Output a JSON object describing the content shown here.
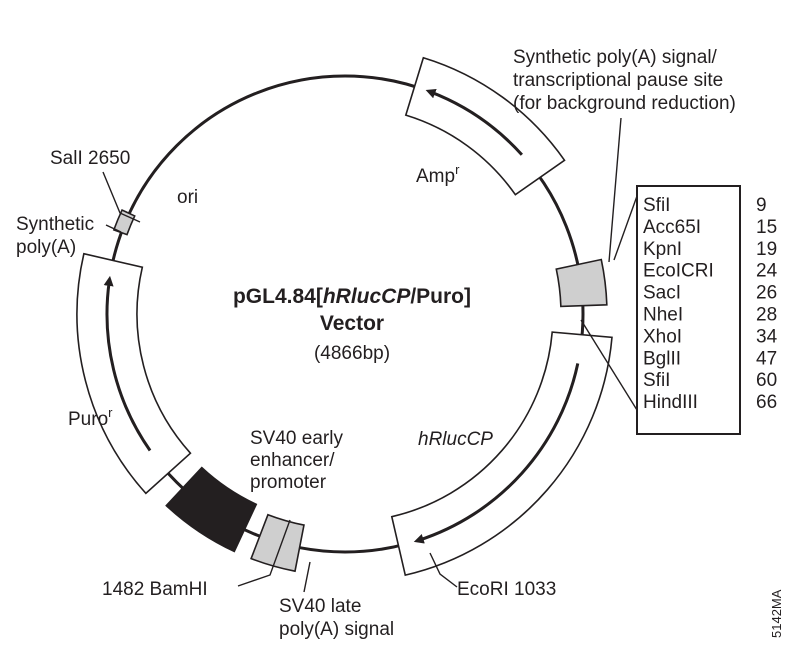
{
  "title": {
    "prefix": "pGL4.84[",
    "gene": "hRlucCP",
    "suffix": "/Puro]",
    "line2": "Vector",
    "size": "(4866bp)"
  },
  "labels": {
    "sall": "SalI 2650",
    "ori": "ori",
    "synthetic_polya_1": "Synthetic",
    "synthetic_polya_2": "poly(A)",
    "amp": "Amp",
    "amp_sup": "r",
    "pause_1": "Synthetic poly(A) signal/",
    "pause_2": "transcriptional pause site",
    "pause_3": "(for background reduction)",
    "puro": "Puro",
    "puro_sup": "r",
    "sv40_early_1": "SV40 early",
    "sv40_early_2": "enhancer/",
    "sv40_early_3": "promoter",
    "hrluccp": "hRlucCP",
    "bamhi": "1482 BamHI",
    "sv40_late_1": "SV40 late",
    "sv40_late_2": "poly(A) signal",
    "ecori": "EcoRI 1033",
    "figure_code": "5142MA"
  },
  "mcs": [
    {
      "enzyme": "SfiI",
      "position": "9"
    },
    {
      "enzyme": "Acc65I",
      "position": "15"
    },
    {
      "enzyme": "KpnI",
      "position": "19"
    },
    {
      "enzyme": "EcoICRI",
      "position": "24"
    },
    {
      "enzyme": "SacI",
      "position": "26"
    },
    {
      "enzyme": "NheI",
      "position": "28"
    },
    {
      "enzyme": "XhoI",
      "position": "34"
    },
    {
      "enzyme": "BglII",
      "position": "47"
    },
    {
      "enzyme": "SfiI",
      "position": "60"
    },
    {
      "enzyme": "HindIII",
      "position": "66"
    }
  ],
  "colors": {
    "line": "#231f20",
    "gray_feature": "#cfcfcf",
    "black_feature": "#231f20",
    "background": "#ffffff"
  }
}
